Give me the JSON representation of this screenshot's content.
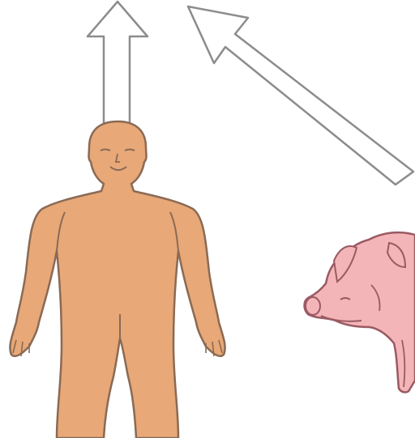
{
  "diagram": {
    "elements": [
      {
        "id": "up-arrow",
        "kind": "arrow",
        "direction": "up"
      },
      {
        "id": "diagonal-arrow",
        "kind": "arrow",
        "direction": "up-left"
      },
      {
        "id": "human",
        "kind": "figure",
        "icon": "human-figure-icon"
      },
      {
        "id": "pig",
        "kind": "figure",
        "icon": "pig-icon"
      }
    ]
  },
  "colors": {
    "skin": "#e8a877",
    "skin_outline": "#8a6a55",
    "pig": "#f3b5b7",
    "pig_outline": "#9a5a63",
    "arrow_fill": "#ffffff",
    "arrow_outline": "#8c8c8c"
  }
}
